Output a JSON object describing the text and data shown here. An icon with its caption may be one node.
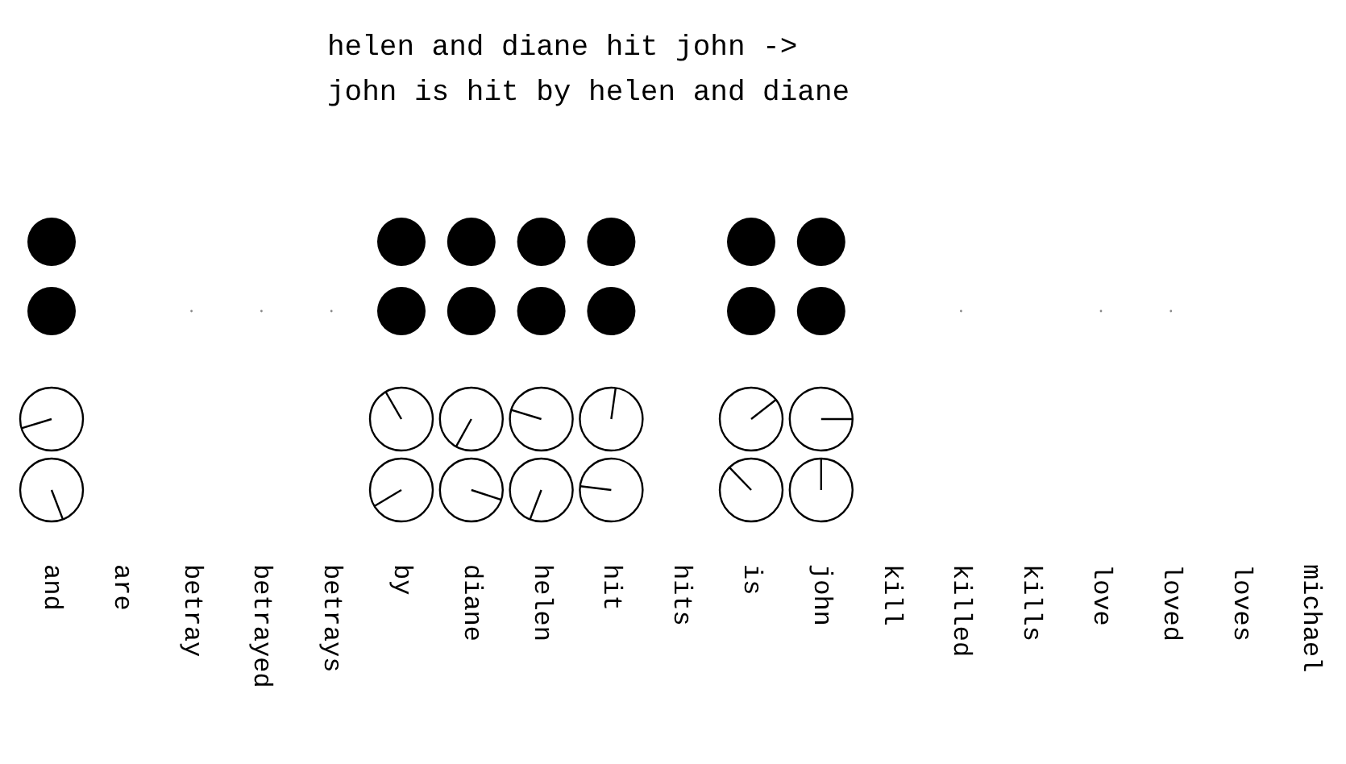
{
  "diagram": {
    "title": "helen and diane hit john -> john is hit by helen and diane",
    "labels": [
      "and",
      "are",
      "betray",
      "betrayed",
      "betrays",
      "by",
      "diane",
      "helen",
      "hit",
      "hits",
      "is",
      "john",
      "kill",
      "killed",
      "kills",
      "love",
      "loved",
      "loves",
      "michael"
    ]
  }
}
